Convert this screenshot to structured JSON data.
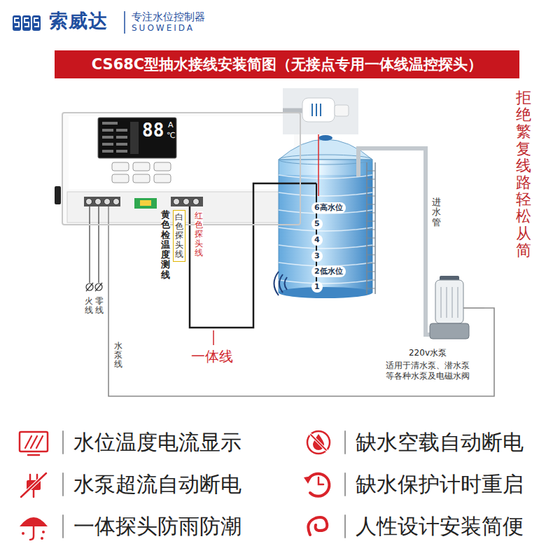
{
  "diagram": {
    "title": "CS68C型抽水接线安装简图（无接点专用一体线温控探头）",
    "nodes": [
      {
        "text": [
          "88",
          "A",
          "℃"
        ]
      },
      {
        "text": [
          "白色探头线"
        ]
      },
      {
        "text": [
          "6高水位",
          "5",
          "4",
          "3",
          "2低水位",
          "1"
        ]
      },
      {
        "text": [
          "220v水泵",
          "适用于清水泵、潜水泵 等各种水泵及电磁水阀"
        ]
      }
    ],
    "edges": [
      {
        "from": 0,
        "to": 2,
        "arrow": "none",
        "label": "一体线"
      },
      {
        "from": 0,
        "to": 3,
        "arrow": "none",
        "label": "水泵线"
      },
      {
        "from": 3,
        "to": 2,
        "arrow": "none",
        "label": "进水管"
      }
    ],
    "labels": [
      "索威达",
      "专注水位控制器",
      "SUOWEIDA",
      "黄色检温度测线",
      "红色探头线",
      "火线",
      "零线",
      "拒绝繁复线路 轻松从简",
      "水位温度电流显示",
      "缺水空载自动断电",
      "水泵超流自动断电",
      "缺水保护计时重启",
      "一体探头防雨防潮",
      "人性设计安装简便"
    ]
  }
}
